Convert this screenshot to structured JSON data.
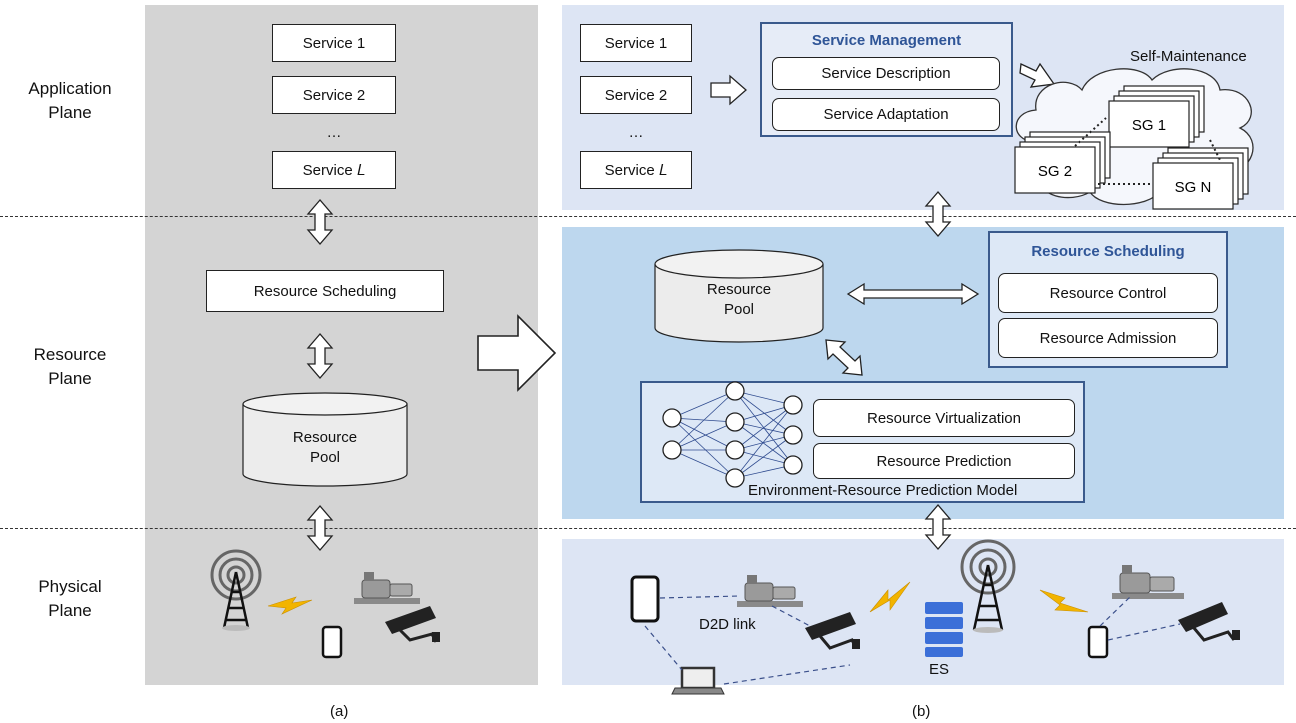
{
  "planes": {
    "application": [
      "Application",
      "Plane"
    ],
    "resource": [
      "Resource",
      "Plane"
    ],
    "physical": [
      "Physical",
      "Plane"
    ]
  },
  "panel_a": {
    "services": [
      "Service 1",
      "Service 2",
      "…",
      "Service 𝐿"
    ],
    "resource_scheduling": "Resource Scheduling",
    "resource_pool": [
      "Resource",
      "Pool"
    ],
    "caption": "(a)"
  },
  "panel_b": {
    "services": [
      "Service 1",
      "Service 2",
      "…",
      "Service 𝐿"
    ],
    "service_management": {
      "title": "Service Management",
      "items": [
        "Service Description",
        "Service Adaptation"
      ]
    },
    "self_maintenance": "Self-Maintenance",
    "service_groups": [
      "SG 1",
      "SG 2",
      "SG N"
    ],
    "resource_pool": [
      "Resource",
      "Pool"
    ],
    "resource_scheduling": {
      "title": "Resource Scheduling",
      "items": [
        "Resource Control",
        "Resource Admission"
      ]
    },
    "prediction_model": {
      "title": "Environment-Resource Prediction Model",
      "items": [
        "Resource Virtualization",
        "Resource Prediction"
      ]
    },
    "d2d_link": "D2D link",
    "es": "ES",
    "caption": "(b)"
  },
  "colors": {
    "panel_a_bg": "#d4d4d4",
    "app_plane_bg": "#dde5f4",
    "resource_plane_bg": "#bdd7ee",
    "physical_plane_bg": "#dde5f4",
    "accent": "#2f5597"
  }
}
